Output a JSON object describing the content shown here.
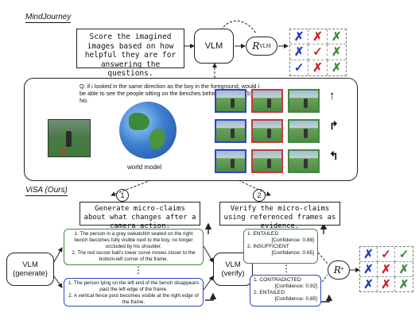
{
  "colors": {
    "blue": "#1f3fbf",
    "red": "#c8252d",
    "green": "#3a8b3a",
    "green_border": "#3f8a3f",
    "blue_border": "#2f46c6",
    "red_border": "#c33a3a"
  },
  "mindjourney": {
    "title": "MindJourney",
    "prompt": "Score the imagined images based on how helpful they are for answering the questions.",
    "vlm_label": "VLM",
    "reward_label": "R",
    "reward_sub": "VLM",
    "score_grid": [
      {
        "mark": "✗",
        "color": "blue"
      },
      {
        "mark": "✗",
        "color": "red"
      },
      {
        "mark": "✗",
        "color": "green"
      },
      {
        "mark": "✗",
        "color": "blue"
      },
      {
        "mark": "✓",
        "color": "red"
      },
      {
        "mark": "✗",
        "color": "green"
      },
      {
        "mark": "✓",
        "color": "blue"
      },
      {
        "mark": "✗",
        "color": "red"
      },
      {
        "mark": "✗",
        "color": "green"
      }
    ]
  },
  "world": {
    "question": "Q: if i looked in the same direction as the boy in the foreground, would i be able to see the people sitting on the benches behind? (a) Yes.   (b) No.",
    "world_model_label": "world model",
    "frame_grid": [
      "blue",
      "red",
      "green",
      "blue",
      "red",
      "green",
      "blue",
      "red",
      "green"
    ],
    "arrow_icons": [
      "arrow-up-icon",
      "turn-right-icon",
      "turn-left-icon"
    ]
  },
  "visa": {
    "title": "ViSA (Ours)",
    "step1": {
      "num": "1",
      "text": "Generate micro-claims about what changes after a camera action."
    },
    "step2": {
      "num": "2",
      "text": "Verify the micro-claims using referenced frames as evidence."
    },
    "vlm_generate": {
      "line1": "VLM",
      "line2": "(generate)"
    },
    "vlm_verify": {
      "line1": "VLM",
      "line2": "(verify)"
    },
    "claims_green": "1. The person in a gray sweatshirt seated on the right bench becomes fully visible next to the boy, no longer occluded by his shoulder.\n2. The red soccer ball’s lower curve moves closer to the bottom-left corner of the frame.",
    "claims_blue": "1. The person lying on the left end of the bench disappears past the left edge of the frame.\n2. A vertical fence post becomes visible at the right edge of the frame.",
    "verify_green": [
      {
        "label": "1. ENTAILED",
        "conf": "[Confidence: 0.88]"
      },
      {
        "label": "2. INSUFFICIENT",
        "conf": "[Confidence: 0.65]"
      }
    ],
    "verify_blue": [
      {
        "label": "1. CONTRADICTED",
        "conf": "[Confidence: 0.92]"
      },
      {
        "label": "2. ENTAILED",
        "conf": "[Confidence: 0.85]"
      }
    ],
    "reward_label": "R",
    "reward_sup": "*",
    "score_grid": [
      {
        "mark": "✗",
        "color": "blue"
      },
      {
        "mark": "✓",
        "color": "red"
      },
      {
        "mark": "✓",
        "color": "green"
      },
      {
        "mark": "✗",
        "color": "blue"
      },
      {
        "mark": "✗",
        "color": "red"
      },
      {
        "mark": "✗",
        "color": "green"
      },
      {
        "mark": "✗",
        "color": "blue"
      },
      {
        "mark": "✗",
        "color": "red"
      },
      {
        "mark": "✗",
        "color": "green"
      }
    ],
    "dots": "⋮"
  }
}
